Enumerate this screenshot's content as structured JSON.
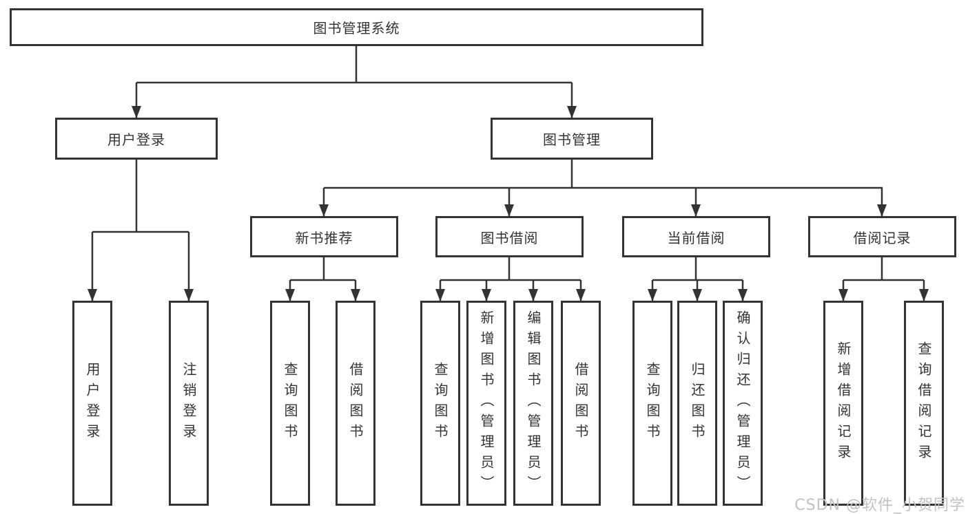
{
  "diagram": {
    "watermark": "CSDN @软件_小贺同学",
    "colors": {
      "line": "#333333",
      "text": "#333333",
      "box_background": "#ffffff",
      "watermark": "#c6c0c0"
    }
  },
  "tree": {
    "root": {
      "label": "图书管理系统"
    },
    "level2": [
      {
        "label": "用户登录"
      },
      {
        "label": "图书管理"
      }
    ],
    "level3": [
      {
        "label": "新书推荐"
      },
      {
        "label": "图书借阅"
      },
      {
        "label": "当前借阅"
      },
      {
        "label": "借阅记录"
      }
    ],
    "leaves": {
      "g1": [
        {
          "label": "用户登录"
        },
        {
          "label": "注销登录"
        }
      ],
      "g2": [
        {
          "label": "查询图书"
        },
        {
          "label": "借阅图书"
        }
      ],
      "g3": [
        {
          "label": "查询图书"
        },
        {
          "label": "新增图书（管理员）"
        },
        {
          "label": "编辑图书（管理员）"
        },
        {
          "label": "借阅图书"
        }
      ],
      "g4": [
        {
          "label": "查询图书"
        },
        {
          "label": "归还图书"
        },
        {
          "label": "确认归还（管理员）"
        }
      ],
      "g5": [
        {
          "label": "新增借阅记录"
        },
        {
          "label": "查询借阅记录"
        }
      ]
    }
  }
}
